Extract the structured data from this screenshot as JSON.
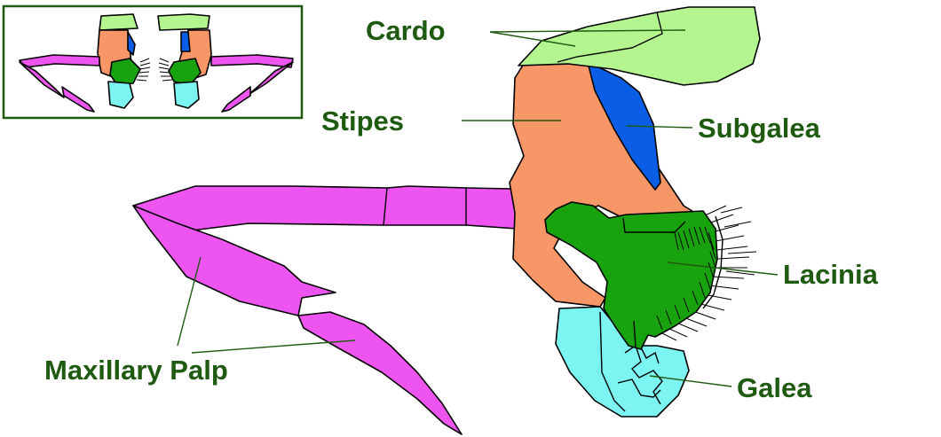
{
  "labels": {
    "cardo": "Cardo",
    "stipes": "Stipes",
    "subgalea": "Subgalea",
    "lacinia": "Lacinia",
    "galea": "Galea",
    "maxillary_palp": "Maxillary Palp"
  },
  "colors": {
    "cardo": "#b5f590",
    "stipes": "#f79666",
    "subgalea": "#0a5ee6",
    "lacinia": "#18a30e",
    "galea": "#7cf5f2",
    "palp": "#ee55f0",
    "label": "#1e5a10",
    "outline": "#000000"
  },
  "inset": {
    "description_icon": "head-overview-icon"
  }
}
